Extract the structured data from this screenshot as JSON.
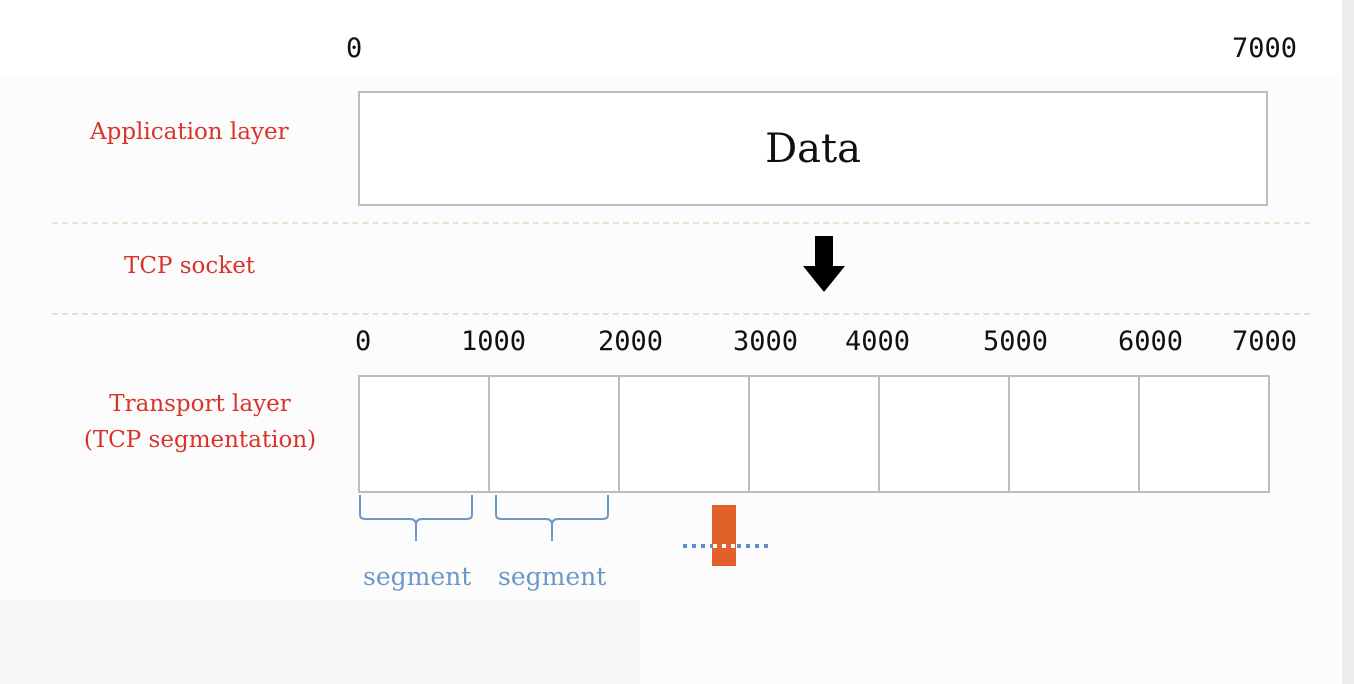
{
  "top_axis": {
    "start": "0",
    "end": "7000"
  },
  "application_layer": {
    "label": "Application layer",
    "box_text": "Data"
  },
  "tcp_socket": {
    "label": "TCP socket"
  },
  "transport_axis": [
    "0",
    "1000",
    "2000",
    "3000",
    "4000",
    "5000",
    "6000",
    "7000"
  ],
  "transport_layer": {
    "label_line1": "Transport layer",
    "label_line2": "(TCP segmentation)"
  },
  "segment_labels": [
    "segment",
    "segment"
  ],
  "colors": {
    "layer_label": "#d8342c",
    "segment_label": "#6b97c9",
    "box_border": "#bdbdbd",
    "divider": "#dfe6cc",
    "cursor_marker": "#e2612b"
  },
  "icons": {
    "down_arrow": "arrow-down-icon",
    "progress_marker": "loading-marker-icon"
  }
}
